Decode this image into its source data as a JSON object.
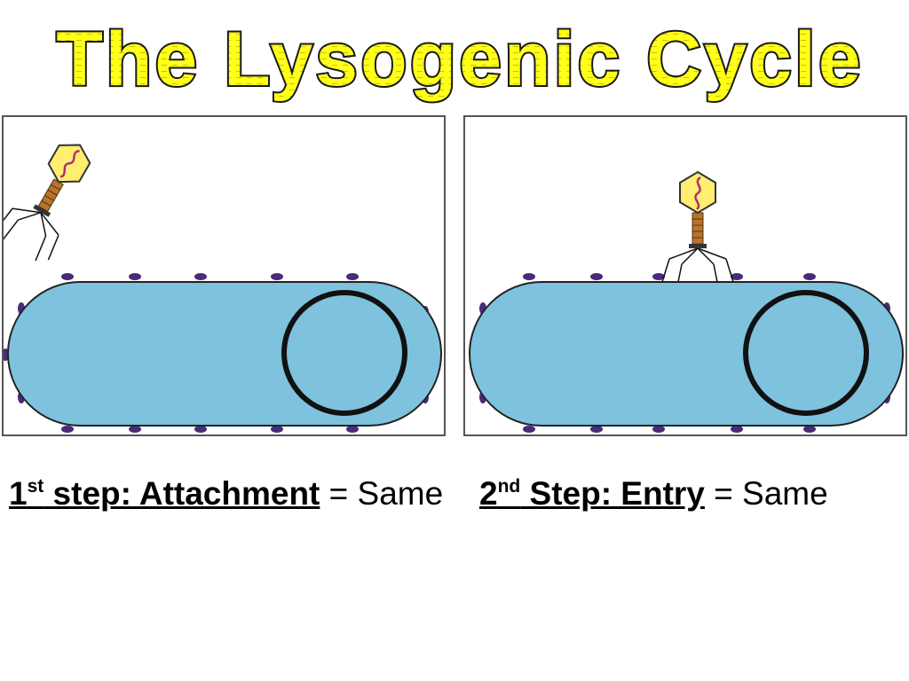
{
  "title": "The Lysogenic Cycle",
  "colors": {
    "title_fill": "#ffff1a",
    "title_outline": "#1a1a1a",
    "cell_fill": "#7ec2de",
    "receptor": "#4a2a7a",
    "phage_head": "#ffee70",
    "phage_dna": "#b03070",
    "phage_tail": "#b8742c"
  },
  "steps": [
    {
      "number": "1",
      "ordinal_suffix": "st",
      "step_label": "step: Attachment",
      "result": "= Same"
    },
    {
      "number": "2",
      "ordinal_suffix": "nd",
      "step_label": "Step: Entry",
      "result": "= Same"
    }
  ]
}
